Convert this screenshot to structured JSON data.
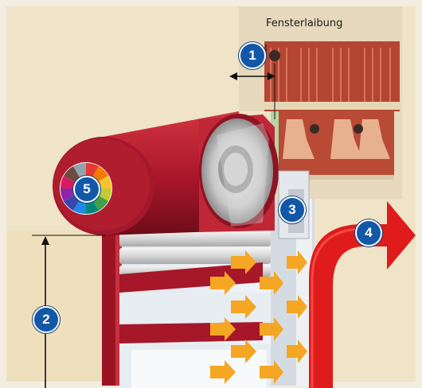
{
  "labels": {
    "window_reveal": "Fensterlaibung"
  },
  "markers": [
    "1",
    "2",
    "3",
    "4",
    "5"
  ],
  "colors": {
    "background": "#f3ece0",
    "panel": "#e9dcc2",
    "wall": "#efe0bd",
    "housing_red": "#b3192b",
    "housing_dark": "#7d0e1b",
    "brick": "#b44532",
    "arrow_red": "#e01b1b",
    "heat_arrow": "#f5a623",
    "marker_blue": "#1358a8"
  },
  "icons": {
    "color_wheel": "color-wheel-icon",
    "width_arrow": "double-arrow-horizontal-icon",
    "height_arrow": "arrow-vertical-icon",
    "airflow_arrow": "curved-arrow-icon",
    "heat_arrows": "heat-flow-arrows-icon"
  }
}
